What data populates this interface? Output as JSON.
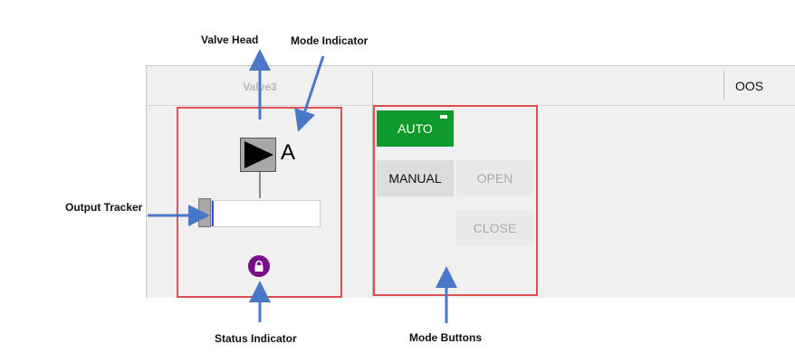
{
  "faceplate": {
    "valve_title": "Valve3",
    "oos_label": "OOS",
    "mode_letter": "A",
    "output_percent": 0
  },
  "mode_buttons": {
    "auto_label": "AUTO",
    "manual_label": "MANUAL",
    "open_label": "OPEN",
    "close_label": "CLOSE"
  },
  "annotations": {
    "valve_head": "Valve Head",
    "mode_indicator": "Mode Indicator",
    "output_tracker": "Output Tracker",
    "status_indicator": "Status Indicator",
    "mode_buttons": "Mode Buttons"
  },
  "colors": {
    "auto_active": "#0f9a2e",
    "annotation_box": "#e05050",
    "arrow": "#4a78c8",
    "status_locked": "#7b0d8a"
  },
  "icons": {
    "valve_head": "play-triangle-icon",
    "status": "lock-icon"
  }
}
